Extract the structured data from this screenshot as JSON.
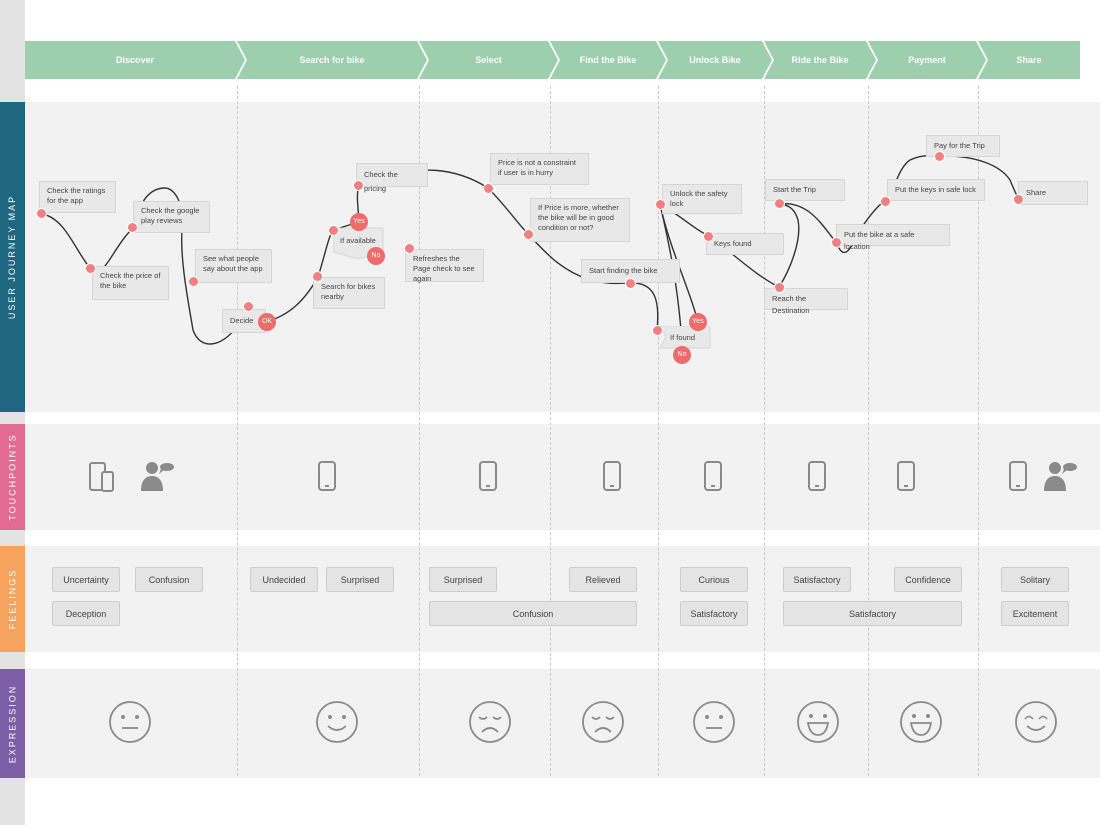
{
  "stages": [
    "Discover",
    "Search for bike",
    "Select",
    "Find the Bike",
    "Unlock Bike",
    "Ride the Bike",
    "Payment",
    "Share"
  ],
  "rows": {
    "journey": "USER JOURNEY MAP",
    "touchpoints": "TOUCHPOINTS",
    "feelings": "FEELINGS",
    "expression": "EXPRESSION"
  },
  "steps": {
    "check_ratings": "Check the ratings for the app",
    "check_price": "Check the price of the bike",
    "check_google": "Check the google play reviews",
    "see_what": "See what people say about the app",
    "decide": "Decide",
    "search_bikes": "Search for bikes nearby",
    "if_available": "If available",
    "refreshes": "Refreshes the Page check to see again",
    "check_pricing": "Check the pricing",
    "price_not": "Price is not a constraint if user is in hurry",
    "if_price_more": "If Price is more, whether the bike will be in good condition or not?",
    "start_finding": "Start finding the bike",
    "if_found": "If found",
    "unlock_safety": "Unlock the safety lock",
    "keys_found": "Keys found",
    "start_trip": "Start the Trip",
    "reach_destination": "Reach the Destination",
    "put_bike": "Put the bike at a safe location",
    "put_keys": "Put the keys in safe lock",
    "pay_trip": "Pay for the Trip",
    "share": "Share"
  },
  "badges": {
    "ok": "OK",
    "yes": "Yes",
    "no": "No"
  },
  "feelings": {
    "uncertainty": "Uncertainty",
    "confusion1": "Confusion",
    "deception": "Deception",
    "undecided": "Undecided",
    "surprised1": "Surprised",
    "surprised2": "Surprised",
    "relieved": "Relieved",
    "confusion2": "Confusion",
    "curious": "Curious",
    "satisfactory1": "Satisfactory",
    "satisfactory2": "Satisfactory",
    "satisfactory3": "Satisfactory",
    "confidence": "Confidence",
    "solitary": "Solitary",
    "excitement": "Excitement"
  },
  "touchpoint_icons": [
    "devices-icon",
    "person-chat-icon",
    "phone-icon",
    "phone-icon",
    "phone-icon",
    "phone-icon",
    "phone-icon",
    "phone-icon",
    "phone-icon",
    "person-chat-icon"
  ],
  "expressions": [
    "neutral-face-icon",
    "smile-face-icon",
    "sad-face-icon",
    "sad-face-icon",
    "neutral-face-icon",
    "grin-face-icon",
    "grin-face-icon",
    "happy-face-icon"
  ],
  "colors": {
    "stage": "#9dcfae",
    "journey": "#1f6681",
    "touchpoints": "#e26b94",
    "feelings": "#f6a35f",
    "expression": "#7b5ea6",
    "marker": "#f08080"
  }
}
